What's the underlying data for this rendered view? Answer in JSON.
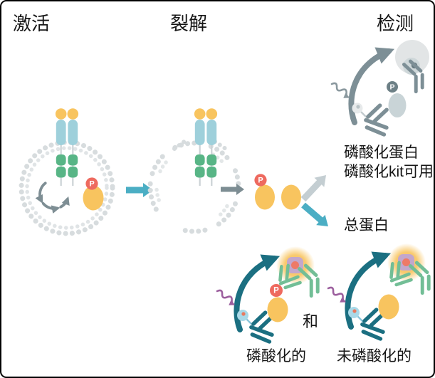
{
  "headers": {
    "activation": "激活",
    "lysis": "裂解",
    "detection": "检测"
  },
  "labels": {
    "phospho_protein": "磷酸化蛋白",
    "phospho_kit": "磷酸化kit可用",
    "total_protein": "总蛋白",
    "and": "和",
    "phosphorylated": "磷酸化的",
    "unphosphorylated": "未磷酸化的",
    "p_badge": "P"
  },
  "colors": {
    "accent_teal": "#4BAEC4",
    "dark_teal": "#1B6F81",
    "orange": "#F8C45F",
    "light_blue": "#9ED0DB",
    "green": "#58B586",
    "antibody_green": "#72BE96",
    "membrane_gray": "#D7DCDE",
    "membrane_gray_light": "#E0E4E6",
    "stem_gray": "#CBD2D5",
    "p_badge_red": "#EE6A5F",
    "purple": "#9C5F9E",
    "mauve": "#C3A7CC",
    "salmon": "#EE7A67",
    "bead_blue": "#A9D9E8",
    "bead_dot": "#E8795F",
    "slate_gray": "#7D8F96",
    "gray_arrow": "#7D8D93",
    "light_gray_arrow": "#C4CED2",
    "gray_circle": "#E2E5E6",
    "gray_inner": "#CED7D9",
    "gray_dark": "#66797F",
    "gray_oval": "#C9D4D7",
    "gray_badge": "#6D8086",
    "cycle_gray": "#7E8E94",
    "text_black": "#161616"
  }
}
